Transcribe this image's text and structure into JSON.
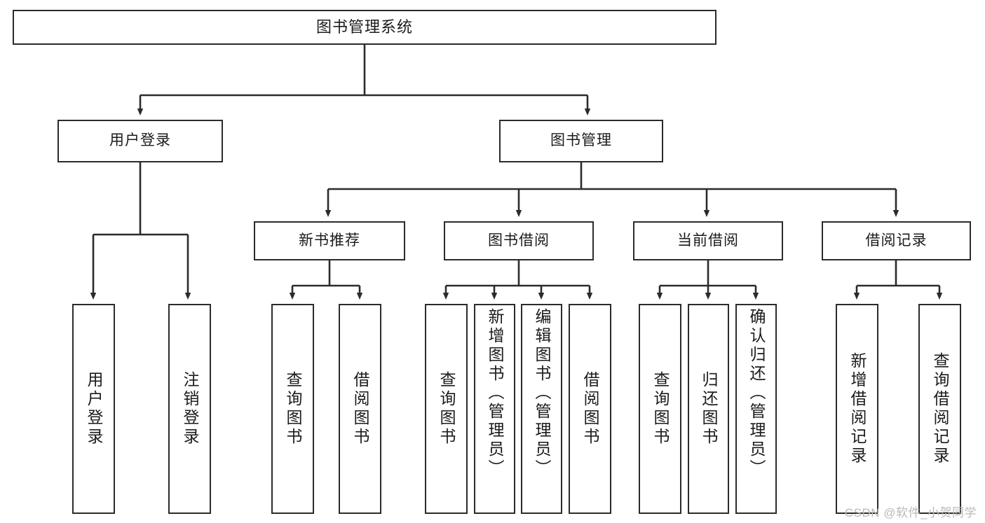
{
  "diagram": {
    "type": "tree-hierarchy",
    "title": "图书管理系统",
    "watermark": "CSDN @软件_小贺同学",
    "colors": {
      "stroke": "#2b2b2b",
      "box_fill": "#ffffff",
      "text": "#1b1b1b",
      "watermark": "#b9b9b9",
      "background": "#ffffff"
    },
    "root": {
      "label": "图书管理系统"
    },
    "level2": [
      {
        "label": "用户登录"
      },
      {
        "label": "图书管理"
      }
    ],
    "level3": [
      {
        "label": "新书推荐"
      },
      {
        "label": "图书借阅"
      },
      {
        "label": "当前借阅"
      },
      {
        "label": "借阅记录"
      }
    ],
    "leaves": {
      "user_login": [
        {
          "label": "用户登录"
        },
        {
          "label": "注销登录"
        }
      ],
      "new_book_recommend": [
        {
          "label": "查询图书"
        },
        {
          "label": "借阅图书"
        }
      ],
      "book_borrow": [
        {
          "label": "查询图书"
        },
        {
          "label": "新增图书（管理员）"
        },
        {
          "label": "编辑图书（管理员）"
        },
        {
          "label": "借阅图书"
        }
      ],
      "current_borrow": [
        {
          "label": "查询图书"
        },
        {
          "label": "归还图书"
        },
        {
          "label": "确认归还（管理员）"
        }
      ],
      "borrow_record": [
        {
          "label": "新增借阅记录"
        },
        {
          "label": "查询借阅记录"
        }
      ]
    }
  }
}
